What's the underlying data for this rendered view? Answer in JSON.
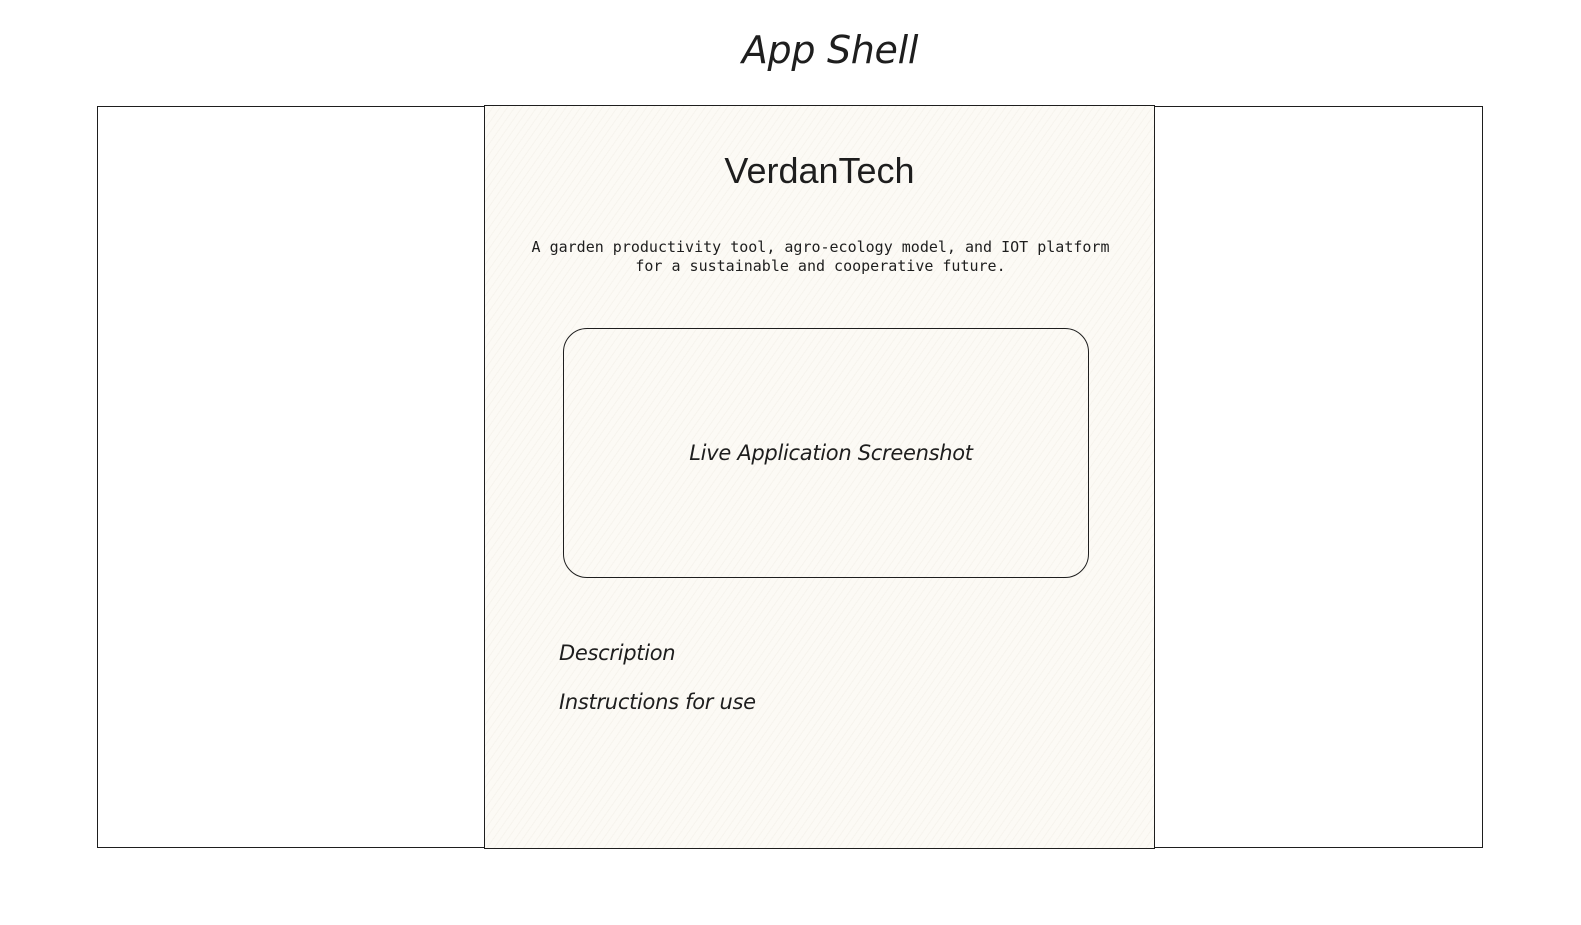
{
  "diagram": {
    "title": "App Shell"
  },
  "app": {
    "name": "VerdanTech",
    "tagline": "A garden productivity tool, agro-ecology model, and IOT platform\nfor a sustainable and cooperative future.",
    "screenshot_placeholder": "Live Application Screenshot",
    "sections": {
      "description": "Description",
      "instructions": "Instructions for use"
    }
  },
  "colors": {
    "stroke": "#1e1e1e",
    "panel_fill": "#fcfaf5",
    "background": "#ffffff"
  }
}
